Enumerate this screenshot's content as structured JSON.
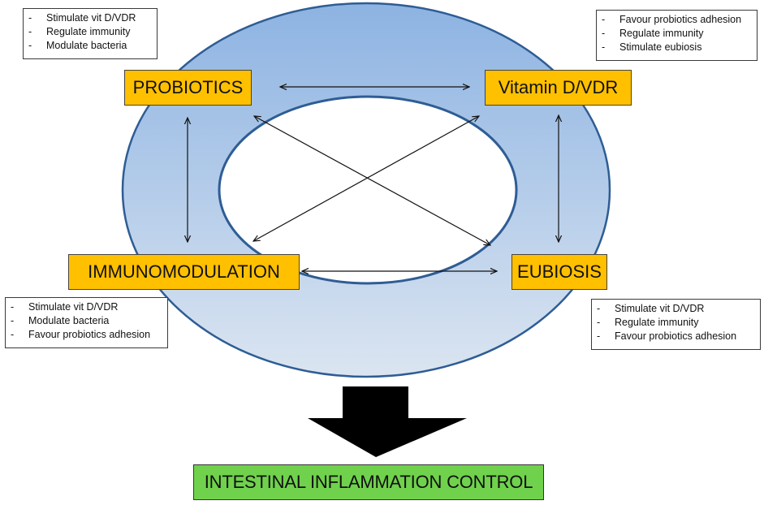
{
  "colors": {
    "ring_top": "#8db3e2",
    "ring_bottom": "#dbe5f1",
    "ring_border": "#2e5d94",
    "node_fill": "#ffc000",
    "outcome_fill": "#70d24c"
  },
  "nodes": {
    "probiotics": "PROBIOTICS",
    "vitamin_d": "Vitamin D/VDR",
    "immunomodulation": "IMMUNOMODULATION",
    "eubiosis": "EUBIOSIS"
  },
  "notes": {
    "probiotics": [
      "Stimulate vit D/VDR",
      "Regulate immunity",
      "Modulate bacteria"
    ],
    "vitamin_d": [
      "Favour probiotics adhesion",
      "Regulate immunity",
      "Stimulate eubiosis"
    ],
    "immunomodulation": [
      "Stimulate vit D/VDR",
      "Modulate bacteria",
      "Favour probiotics adhesion"
    ],
    "eubiosis": [
      "Stimulate vit D/VDR",
      "Regulate immunity",
      "Favour probiotics adhesion"
    ]
  },
  "bullet": "-",
  "outcome": "INTESTINAL INFLAMMATION CONTROL"
}
